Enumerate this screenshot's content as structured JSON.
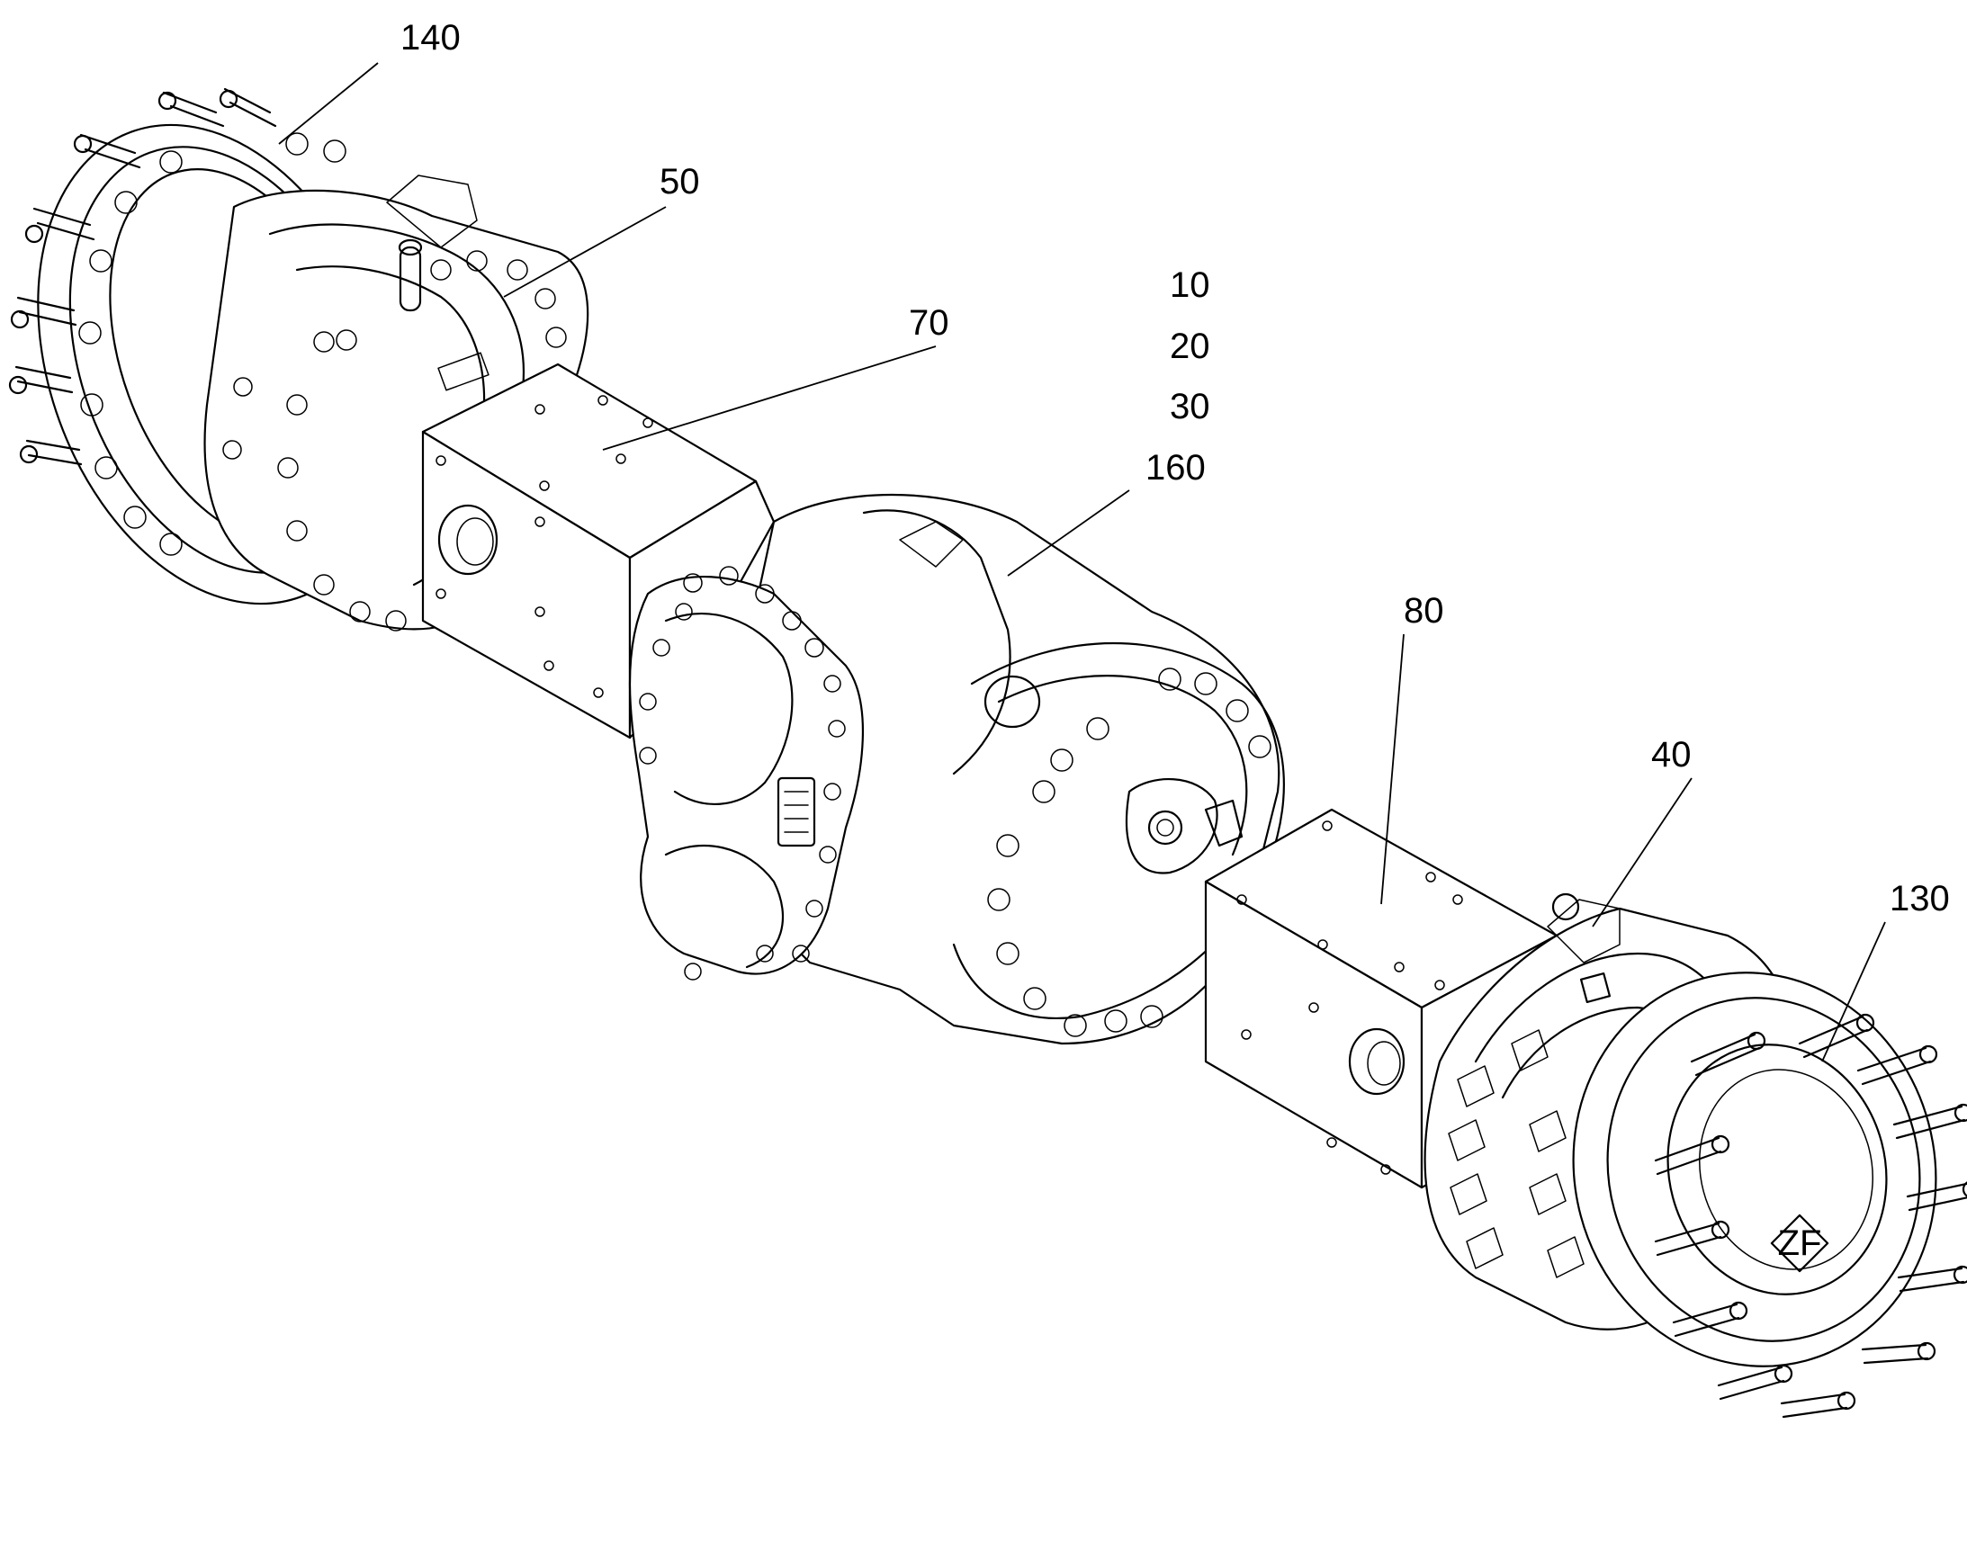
{
  "figure": {
    "reference_numerals": [
      "140",
      "50",
      "10",
      "20",
      "30",
      "70",
      "160",
      "80",
      "40",
      "130"
    ],
    "emblem_text": "ZF"
  },
  "colors": {
    "ink": "#000000",
    "background": "#ffffff"
  }
}
